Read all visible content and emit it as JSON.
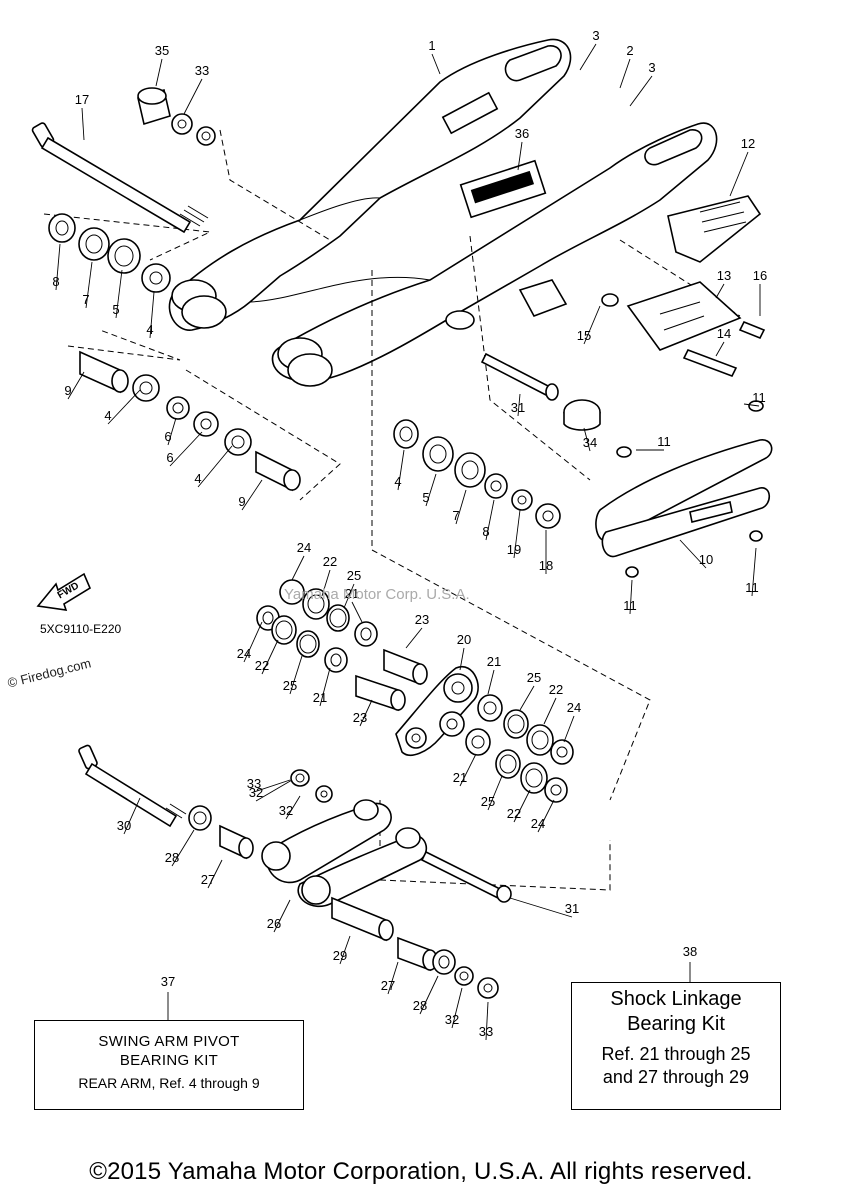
{
  "diagram_code": "5XC9110-E220",
  "fwd_label": "FWD",
  "watermark_center": "Yamaha Motor Corp. U.S.A.",
  "watermark_site": "© Firedog.com",
  "swing_kit": {
    "ref_number": "37",
    "line1": "SWING ARM PIVOT",
    "line2": "BEARING KIT",
    "line3": "REAR ARM, Ref. 4 through 9"
  },
  "shock_kit": {
    "ref_number": "38",
    "line1": "Shock Linkage",
    "line2": "Bearing Kit",
    "line3": "Ref. 21 through 25",
    "line4": "and 27 through 29"
  },
  "footer": "©2015 Yamaha Motor Corporation, U.S.A. All rights reserved.",
  "callouts": [
    "1",
    "2",
    "3",
    "3",
    "4",
    "4",
    "4",
    "4",
    "5",
    "5",
    "6",
    "6",
    "7",
    "7",
    "8",
    "8",
    "9",
    "9",
    "10",
    "11",
    "11",
    "11",
    "11",
    "12",
    "13",
    "14",
    "15",
    "16",
    "17",
    "18",
    "19",
    "20",
    "21",
    "21",
    "21",
    "21",
    "22",
    "22",
    "22",
    "22",
    "23",
    "23",
    "24",
    "24",
    "24",
    "24",
    "25",
    "25",
    "25",
    "25",
    "26",
    "27",
    "27",
    "28",
    "28",
    "29",
    "30",
    "31",
    "31",
    "32",
    "32",
    "32",
    "33",
    "33",
    "33",
    "34",
    "35",
    "36"
  ]
}
